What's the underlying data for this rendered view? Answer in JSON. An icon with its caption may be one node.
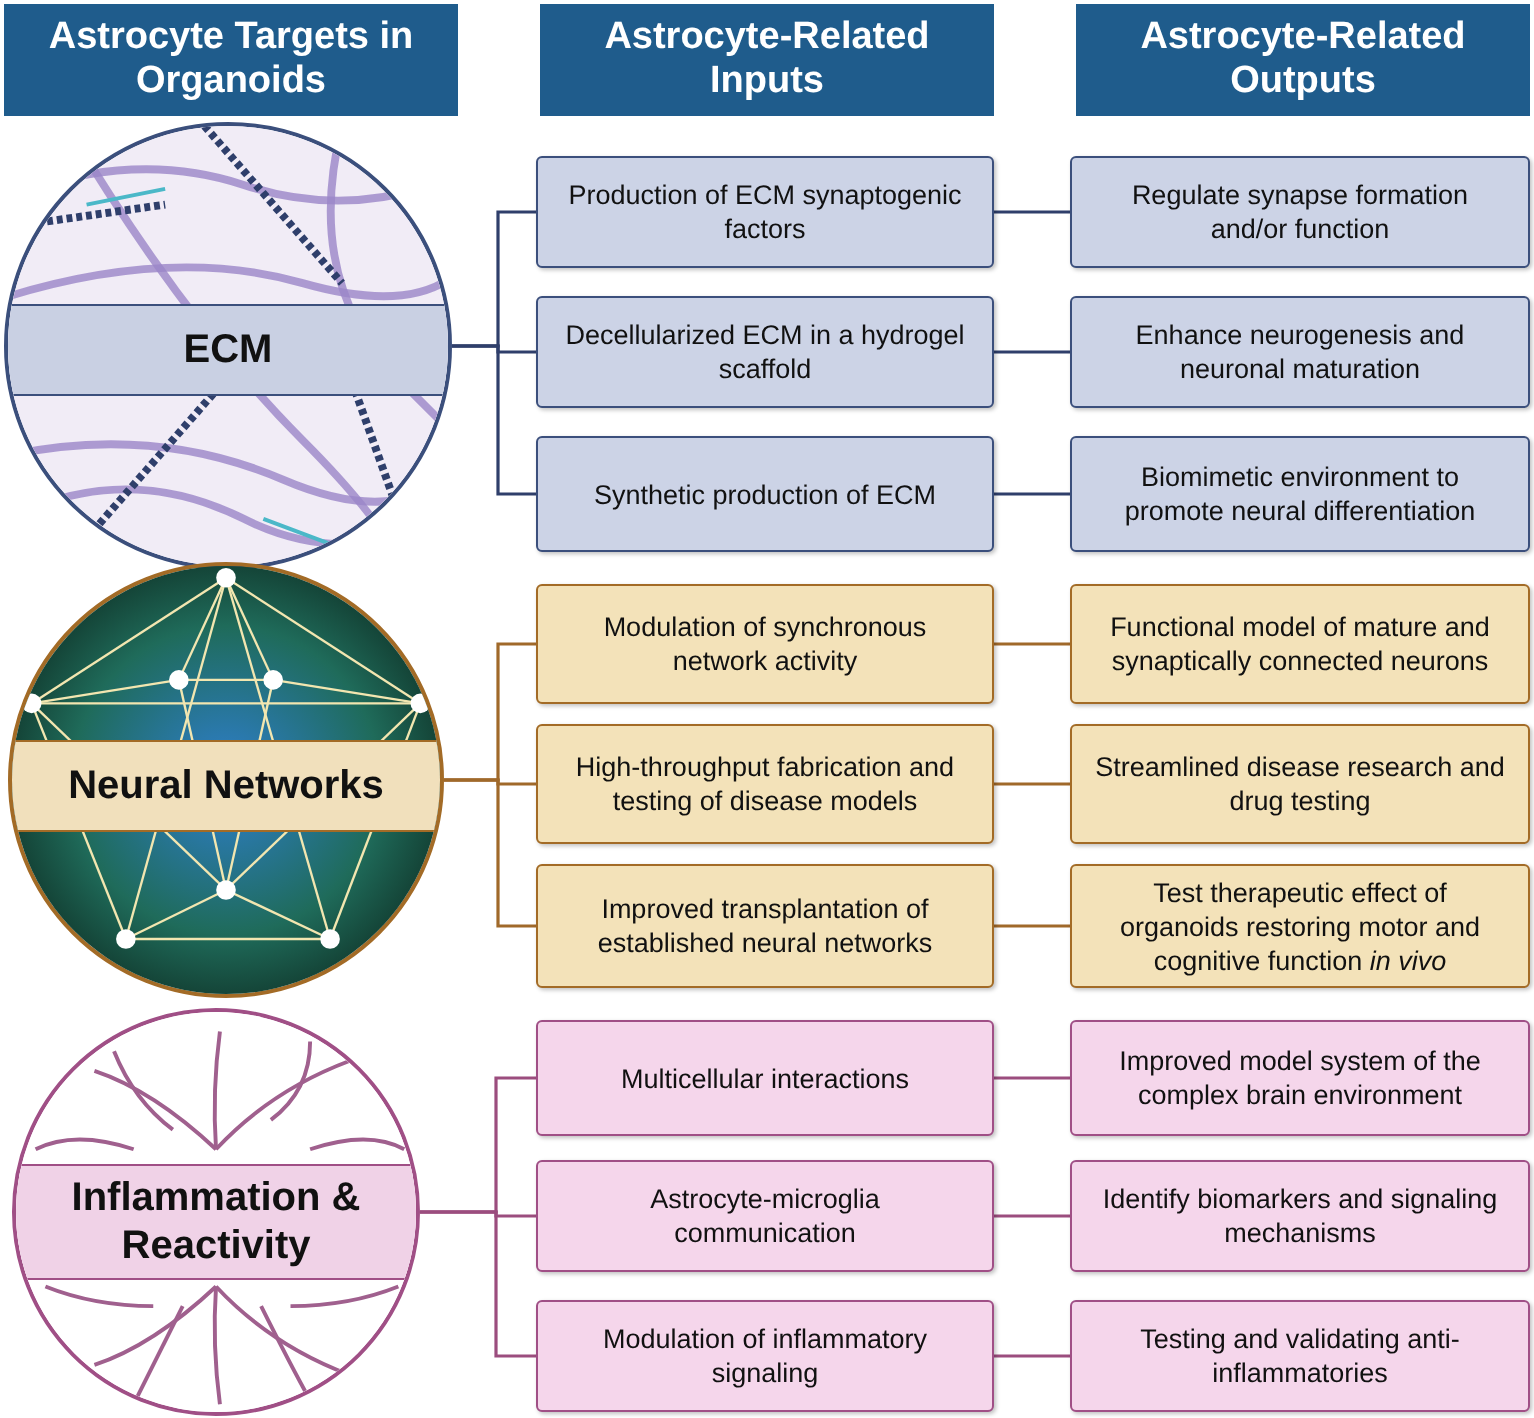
{
  "diagram": {
    "nodes": [
      {
        "text": [
          "Astrocyte Targets in Organoids"
        ]
      },
      {
        "text": [
          "Astrocyte-Related Inputs"
        ]
      },
      {
        "text": [
          "Astrocyte-Related Outputs"
        ]
      },
      {
        "text": [
          "ECM"
        ]
      },
      {
        "text": [
          "Production of ECM synaptogenic factors"
        ]
      },
      {
        "text": [
          "Decellularized ECM in a hydrogel scaffold"
        ]
      },
      {
        "text": [
          "Synthetic production of ECM"
        ]
      },
      {
        "text": [
          "Regulate synapse formation and/or function"
        ]
      },
      {
        "text": [
          "Enhance neurogenesis and neuronal maturation"
        ]
      },
      {
        "text": [
          "Biomimetic environment to promote neural differentiation"
        ]
      },
      {
        "text": [
          "Neural Networks"
        ]
      },
      {
        "text": [
          "Modulation of synchronous network activity"
        ]
      },
      {
        "text": [
          "High-throughput fabrication and testing of disease models"
        ]
      },
      {
        "text": [
          "Improved transplantation of established neural networks"
        ]
      },
      {
        "text": [
          "Functional model of mature and synaptically connected neurons"
        ]
      },
      {
        "text": [
          "Streamlined disease research and drug testing"
        ]
      },
      {
        "text": [
          "Test therapeutic effect of organoids restoring motor and cognitive function *in vivo*"
        ]
      },
      {
        "text": [
          "Inflammation & Reactivity"
        ]
      },
      {
        "text": [
          "Multicellular interactions"
        ]
      },
      {
        "text": [
          "Astrocyte-microglia communication"
        ]
      },
      {
        "text": [
          "Modulation of inflammatory signaling"
        ]
      },
      {
        "text": [
          "Improved model system of the complex brain environment"
        ]
      },
      {
        "text": [
          "Identify biomarkers and signaling mechanisms"
        ]
      },
      {
        "text": [
          "Testing and validating anti-inflammatories"
        ]
      }
    ],
    "edges": [
      {
        "from": 3,
        "to": 4,
        "arrow": "none",
        "color": "#2f3f6b"
      },
      {
        "from": 3,
        "to": 5,
        "arrow": "none",
        "color": "#2f3f6b"
      },
      {
        "from": 3,
        "to": 6,
        "arrow": "none",
        "color": "#2f3f6b"
      },
      {
        "from": 4,
        "to": 7,
        "arrow": "none",
        "color": "#2f3f6b"
      },
      {
        "from": 5,
        "to": 8,
        "arrow": "none",
        "color": "#2f3f6b"
      },
      {
        "from": 6,
        "to": 9,
        "arrow": "none",
        "color": "#2f3f6b"
      },
      {
        "from": 10,
        "to": 11,
        "arrow": "none",
        "color": "#a0692a"
      },
      {
        "from": 10,
        "to": 12,
        "arrow": "none",
        "color": "#a0692a"
      },
      {
        "from": 10,
        "to": 13,
        "arrow": "none",
        "color": "#a0692a"
      },
      {
        "from": 11,
        "to": 14,
        "arrow": "none",
        "color": "#a0692a"
      },
      {
        "from": 12,
        "to": 15,
        "arrow": "none",
        "color": "#a0692a"
      },
      {
        "from": 13,
        "to": 16,
        "arrow": "none",
        "color": "#a0692a"
      },
      {
        "from": 17,
        "to": 18,
        "arrow": "none",
        "color": "#9b4d7e"
      },
      {
        "from": 17,
        "to": 19,
        "arrow": "none",
        "color": "#9b4d7e"
      },
      {
        "from": 17,
        "to": 20,
        "arrow": "none",
        "color": "#9b4d7e"
      },
      {
        "from": 18,
        "to": 21,
        "arrow": "none",
        "color": "#9b4d7e"
      },
      {
        "from": 19,
        "to": 22,
        "arrow": "none",
        "color": "#9b4d7e"
      },
      {
        "from": 20,
        "to": 23,
        "arrow": "none",
        "color": "#9b4d7e"
      }
    ]
  }
}
